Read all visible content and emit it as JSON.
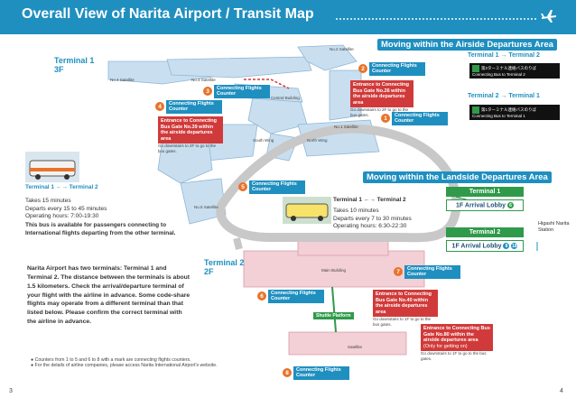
{
  "header": {
    "title": "Overall View of Narita Airport / Transit Map"
  },
  "colors": {
    "brand": "#1f8fc0",
    "airside_route": "#d13a3a",
    "landside_route": "#2f9a4a",
    "counter": "#1f8fc0",
    "counter_number": "#e8732a"
  },
  "sections": {
    "airside": "Moving within the Airside Departures Area",
    "landside": "Moving within the Landside Departures Area"
  },
  "terminal1_map": {
    "label_line1": "Terminal 1",
    "label_line2": "3F",
    "counters": [
      {
        "num": "2",
        "label": "Connecting Flights Counter"
      },
      {
        "num": "3",
        "label": "Connecting Flights Counter"
      },
      {
        "num": "4",
        "label": "Connecting Flights Counter"
      },
      {
        "num": "1",
        "label": "Connecting Flights Counter"
      },
      {
        "num": "5",
        "label": "Connecting Flights Counter"
      }
    ],
    "entrance_a": "Entrance to Connecting Bus Gate No.26 within the airside departures area",
    "entrance_a_note": "Go downstairs to 2F to go to the bus gates.",
    "entrance_b": "Entrance to Connecting Bus Gate No.39 within the airside departures area",
    "entrance_b_note": "Go downstairs to 2F to go to the bus gates.",
    "areas": {
      "north_wing": "North Wing",
      "south_wing": "South Wing",
      "central_building": "Central Building",
      "satellite2": "No.2 Satellite",
      "satellite3": "No.3 Satellite",
      "satellite4": "No.4 Satellite",
      "satellite5": "No.5 Satellite",
      "satellite1": "No.1 Satellite"
    }
  },
  "terminal2_map": {
    "label_line1": "Terminal 2",
    "label_line2": "2F",
    "counters": [
      {
        "num": "7",
        "label": "Connecting Flights Counter"
      },
      {
        "num": "6",
        "label": "Connecting Flights Counter"
      },
      {
        "num": "8",
        "label": "Connecting Flights Counter"
      }
    ],
    "entrance_a": "Entrance to Connecting Bus Gate No.40 within the airside departures area",
    "entrance_a_note": "Go downstairs to 1F to go to the bus gates.",
    "entrance_b": "Entrance to Connecting Bus Gate No.80 within the airside departures area",
    "entrance_b_sub": "(Only for getting on)",
    "entrance_b_note": "Go downstairs to 1F to go to the bus gates.",
    "shuttle": "Shuttle Platform",
    "main_building": "Main Building",
    "satellite": "Satellite"
  },
  "airside_panel": {
    "t1_to_t2": "Terminal 1 → Terminal 2",
    "t2_to_t1": "Terminal 2 → Terminal 1",
    "sign1_text": "第2ターミナル連絡バスのりば Connecting Bus to Terminal 2",
    "sign2_text": "第1ターミナル連絡バスのりば Connecting Bus to Terminal 1"
  },
  "landside_panel": {
    "t1_to_t2": "Terminal 1 ←→ Terminal 2",
    "t1_takes": "Takes 10 minutes",
    "t1_departs": "Departs every 7 to 30 minutes",
    "t1_hours": "Operating hours: 6:30-22:30",
    "terminal1": "Terminal 1",
    "terminal1_lobby": "1F Arrival Lobby",
    "terminal1_stop": "6",
    "terminal2": "Terminal 2",
    "terminal2_lobby": "1F Arrival Lobby",
    "terminal2_stops": [
      "8",
      "18"
    ],
    "station": "Higashi Narita Station"
  },
  "airside_bus_info": {
    "title": "Terminal 1 ←→ Terminal 2",
    "takes": "Takes 15 minutes",
    "departs": "Departs every 15 to 45 minutes",
    "hours": "Operating hours: 7:00-19:30",
    "note": "This bus is available for passengers connecting to International flights departing from the other terminal."
  },
  "intro_text": "Narita Airport has two terminals: Terminal 1 and Terminal 2. The distance between the terminals is about 1.5 kilometers. Check the arrival/departure terminal of your flight with the airline in advance. Some code-share flights may operate from a different terminal than that listed below. Please confirm the correct terminal with the airline in advance.",
  "footnotes": [
    "Counters from 1 to 5 and 6 to 8 with a mark are connecting flights counters.",
    "For the details of airline companies, please access Narita International Airport's website."
  ],
  "page_numbers": {
    "left": "3",
    "right": "4"
  }
}
